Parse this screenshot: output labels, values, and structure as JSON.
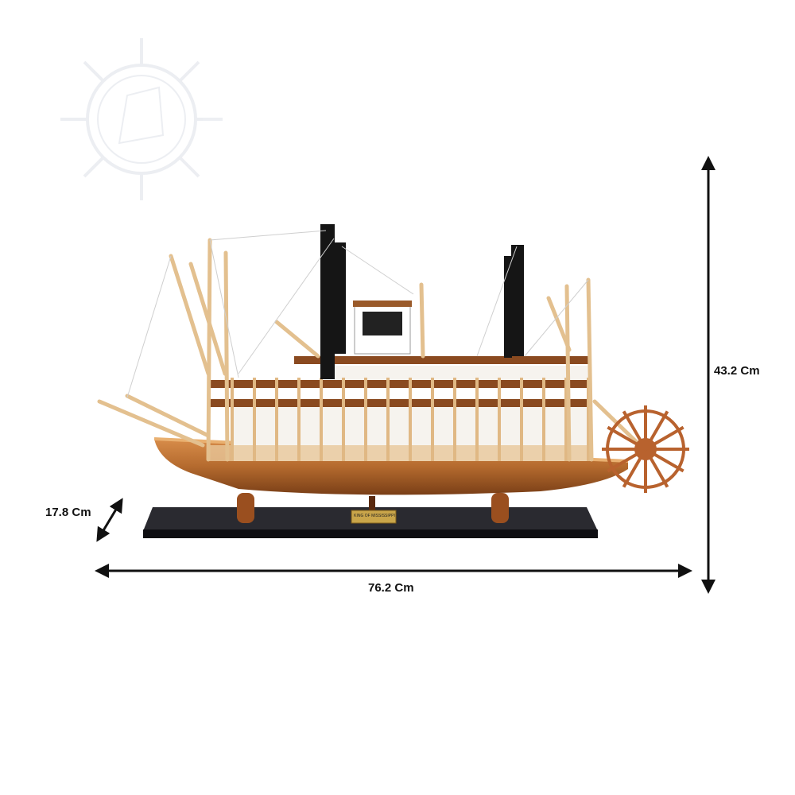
{
  "product": {
    "plaque_text": "KING OF MISSISSIPPI"
  },
  "dimensions": {
    "height": "43.2 Cm",
    "length": "76.2 Cm",
    "depth": "17.8 Cm"
  },
  "colors": {
    "hull": "#b46a2e",
    "base": "#1b1b1f",
    "stack": "#151515",
    "wood": "#e0b884",
    "plaque": "#c9a54a"
  }
}
